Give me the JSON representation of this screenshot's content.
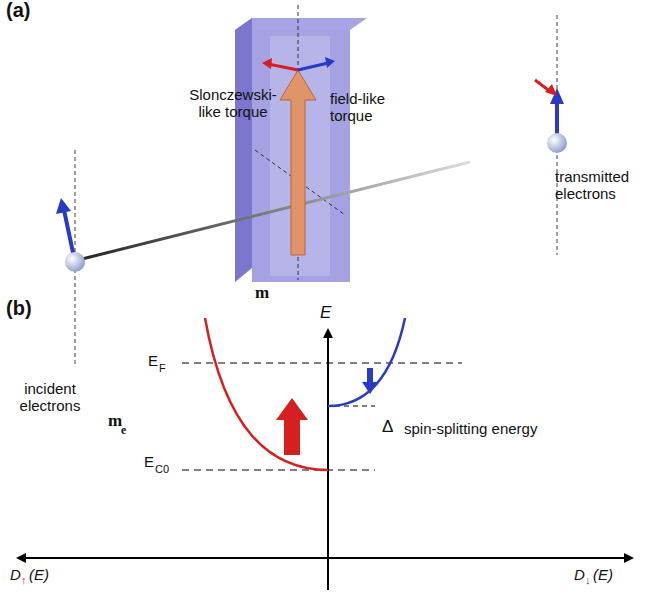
{
  "diagram": {
    "labels": [
      "(a)",
      "Slonczewski-like torque",
      "field-like torque",
      "incident electrons",
      "m",
      "e",
      "m",
      "transmitted electrons",
      "(b)",
      "E",
      "E",
      "F",
      "Δ",
      "spin-splitting energy",
      "E",
      "C0",
      "D",
      "↑",
      "(E)",
      "D",
      "↓",
      "(E)"
    ]
  }
}
